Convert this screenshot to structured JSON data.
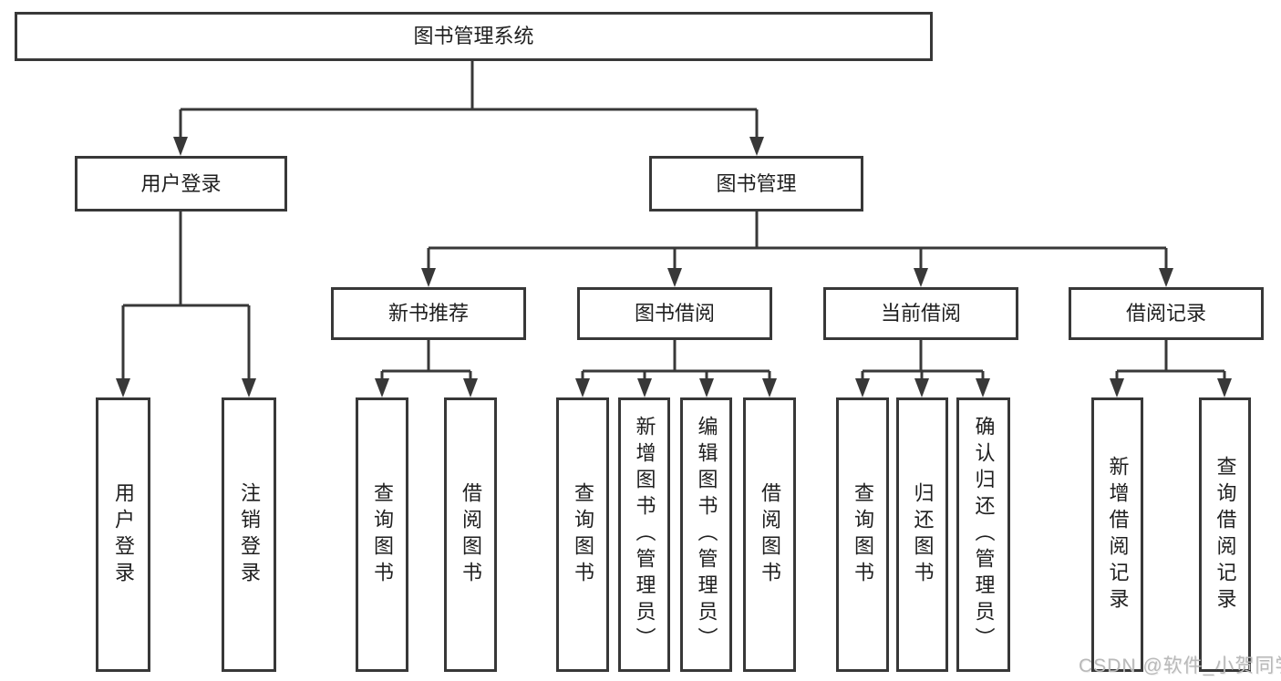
{
  "tree": {
    "root": {
      "label": "图书管理系统"
    },
    "branches": [
      {
        "label": "用户登录",
        "children": [
          {
            "label": "用户登录"
          },
          {
            "label": "注销登录"
          }
        ]
      },
      {
        "label": "图书管理",
        "children": [
          {
            "label": "新书推荐",
            "children": [
              {
                "label": "查询图书"
              },
              {
                "label": "借阅图书"
              }
            ]
          },
          {
            "label": "图书借阅",
            "children": [
              {
                "label": "查询图书"
              },
              {
                "label": "新增图书（管理员）"
              },
              {
                "label": "编辑图书（管理员）"
              },
              {
                "label": "借阅图书"
              }
            ]
          },
          {
            "label": "当前借阅",
            "children": [
              {
                "label": "查询图书"
              },
              {
                "label": "归还图书"
              },
              {
                "label": "确认归还（管理员）"
              }
            ]
          },
          {
            "label": "借阅记录",
            "children": [
              {
                "label": "新增借阅记录"
              },
              {
                "label": "查询借阅记录"
              }
            ]
          }
        ]
      }
    ]
  },
  "watermark": {
    "text": "CSDN @软件_小贺同学"
  },
  "colors": {
    "line": "#383838",
    "text": "#1f1f1f",
    "watermark": "#b9b9b9",
    "background": "#ffffff"
  }
}
